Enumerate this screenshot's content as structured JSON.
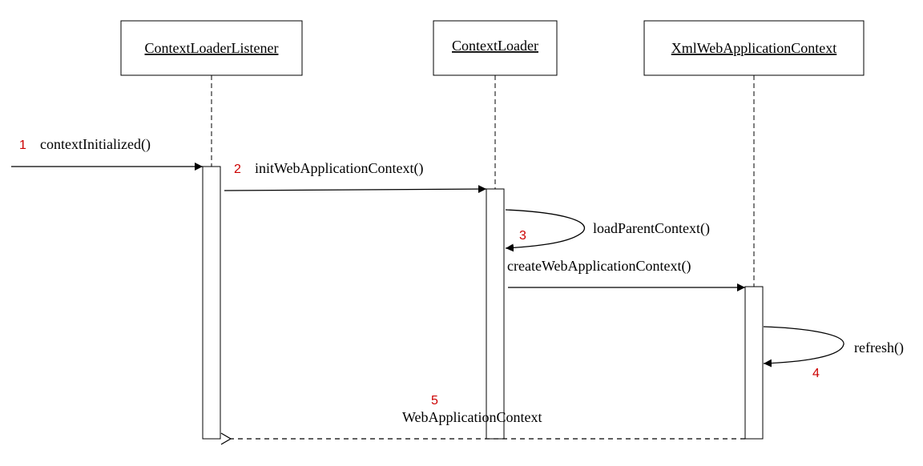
{
  "participants": [
    {
      "name": "ContextLoaderListener"
    },
    {
      "name": "ContextLoader"
    },
    {
      "name": "XmlWebApplicationContext"
    }
  ],
  "messages": [
    {
      "step": "1",
      "label": "contextInitialized()"
    },
    {
      "step": "2",
      "label": "initWebApplicationContext()"
    },
    {
      "step": "3",
      "label": "loadParentContext()"
    },
    {
      "step": "",
      "label": "createWebApplicationContext()"
    },
    {
      "step": "4",
      "label": "refresh()"
    },
    {
      "step": "5",
      "label": "WebApplicationContext"
    }
  ],
  "colors": {
    "line": "#000000",
    "step_number": "#cc0000"
  }
}
